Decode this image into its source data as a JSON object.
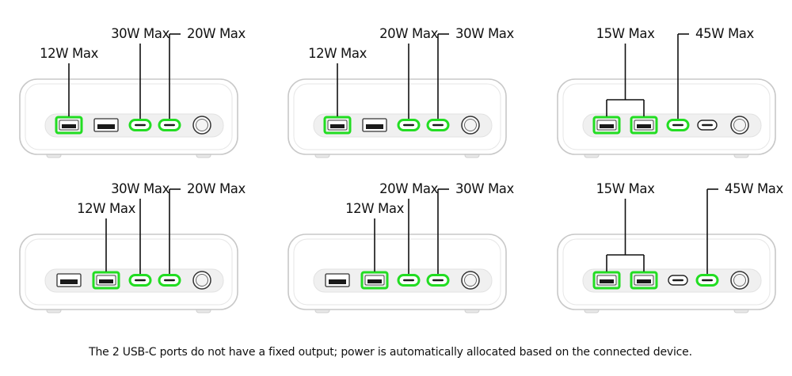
{
  "colors": {
    "highlight": "#22dd22",
    "body_stroke": "#c8c8c8",
    "panel_fill": "#f0f0f0",
    "line": "#111111"
  },
  "footnote": "The 2 USB-C ports do not have a fixed output; power is automatically allocated based on the connected device.",
  "configs": [
    {
      "row": 0,
      "col": 0,
      "ports": [
        {
          "type": "usb-a",
          "active": true
        },
        {
          "type": "usb-a",
          "active": false
        },
        {
          "type": "usb-c",
          "active": true
        },
        {
          "type": "usb-c",
          "active": true
        },
        {
          "type": "button",
          "active": false
        }
      ],
      "labels": [
        {
          "text": "12W Max",
          "ports": [
            0
          ],
          "level": "low"
        },
        {
          "text": "30W Max",
          "ports": [
            2
          ],
          "level": "high"
        },
        {
          "text": "20W Max",
          "ports": [
            3
          ],
          "level": "high",
          "side": "right"
        }
      ]
    },
    {
      "row": 0,
      "col": 1,
      "ports": [
        {
          "type": "usb-a",
          "active": true
        },
        {
          "type": "usb-a",
          "active": false
        },
        {
          "type": "usb-c",
          "active": true
        },
        {
          "type": "usb-c",
          "active": true
        },
        {
          "type": "button",
          "active": false
        }
      ],
      "labels": [
        {
          "text": "12W Max",
          "ports": [
            0
          ],
          "level": "low"
        },
        {
          "text": "20W Max",
          "ports": [
            2
          ],
          "level": "high"
        },
        {
          "text": "30W Max",
          "ports": [
            3
          ],
          "level": "high",
          "side": "right"
        }
      ]
    },
    {
      "row": 0,
      "col": 2,
      "ports": [
        {
          "type": "usb-a",
          "active": true
        },
        {
          "type": "usb-a",
          "active": true
        },
        {
          "type": "usb-c",
          "active": true
        },
        {
          "type": "usb-c",
          "active": false
        },
        {
          "type": "button",
          "active": false
        }
      ],
      "labels": [
        {
          "text": "15W Max",
          "ports": [
            0,
            1
          ],
          "level": "high"
        },
        {
          "text": "45W Max",
          "ports": [
            2
          ],
          "level": "high",
          "side": "right"
        }
      ]
    },
    {
      "row": 1,
      "col": 0,
      "ports": [
        {
          "type": "usb-a",
          "active": false
        },
        {
          "type": "usb-a",
          "active": true
        },
        {
          "type": "usb-c",
          "active": true
        },
        {
          "type": "usb-c",
          "active": true
        },
        {
          "type": "button",
          "active": false
        }
      ],
      "labels": [
        {
          "text": "12W Max",
          "ports": [
            1
          ],
          "level": "low"
        },
        {
          "text": "30W Max",
          "ports": [
            2
          ],
          "level": "high"
        },
        {
          "text": "20W Max",
          "ports": [
            3
          ],
          "level": "high",
          "side": "right"
        }
      ]
    },
    {
      "row": 1,
      "col": 1,
      "ports": [
        {
          "type": "usb-a",
          "active": false
        },
        {
          "type": "usb-a",
          "active": true
        },
        {
          "type": "usb-c",
          "active": true
        },
        {
          "type": "usb-c",
          "active": true
        },
        {
          "type": "button",
          "active": false
        }
      ],
      "labels": [
        {
          "text": "12W Max",
          "ports": [
            1
          ],
          "level": "low"
        },
        {
          "text": "20W Max",
          "ports": [
            2
          ],
          "level": "high"
        },
        {
          "text": "30W Max",
          "ports": [
            3
          ],
          "level": "high",
          "side": "right"
        }
      ]
    },
    {
      "row": 1,
      "col": 2,
      "ports": [
        {
          "type": "usb-a",
          "active": true
        },
        {
          "type": "usb-a",
          "active": true
        },
        {
          "type": "usb-c",
          "active": false
        },
        {
          "type": "usb-c",
          "active": true
        },
        {
          "type": "button",
          "active": false
        }
      ],
      "labels": [
        {
          "text": "15W Max",
          "ports": [
            0,
            1
          ],
          "level": "high"
        },
        {
          "text": "45W Max",
          "ports": [
            3
          ],
          "level": "high",
          "side": "right"
        }
      ]
    }
  ]
}
